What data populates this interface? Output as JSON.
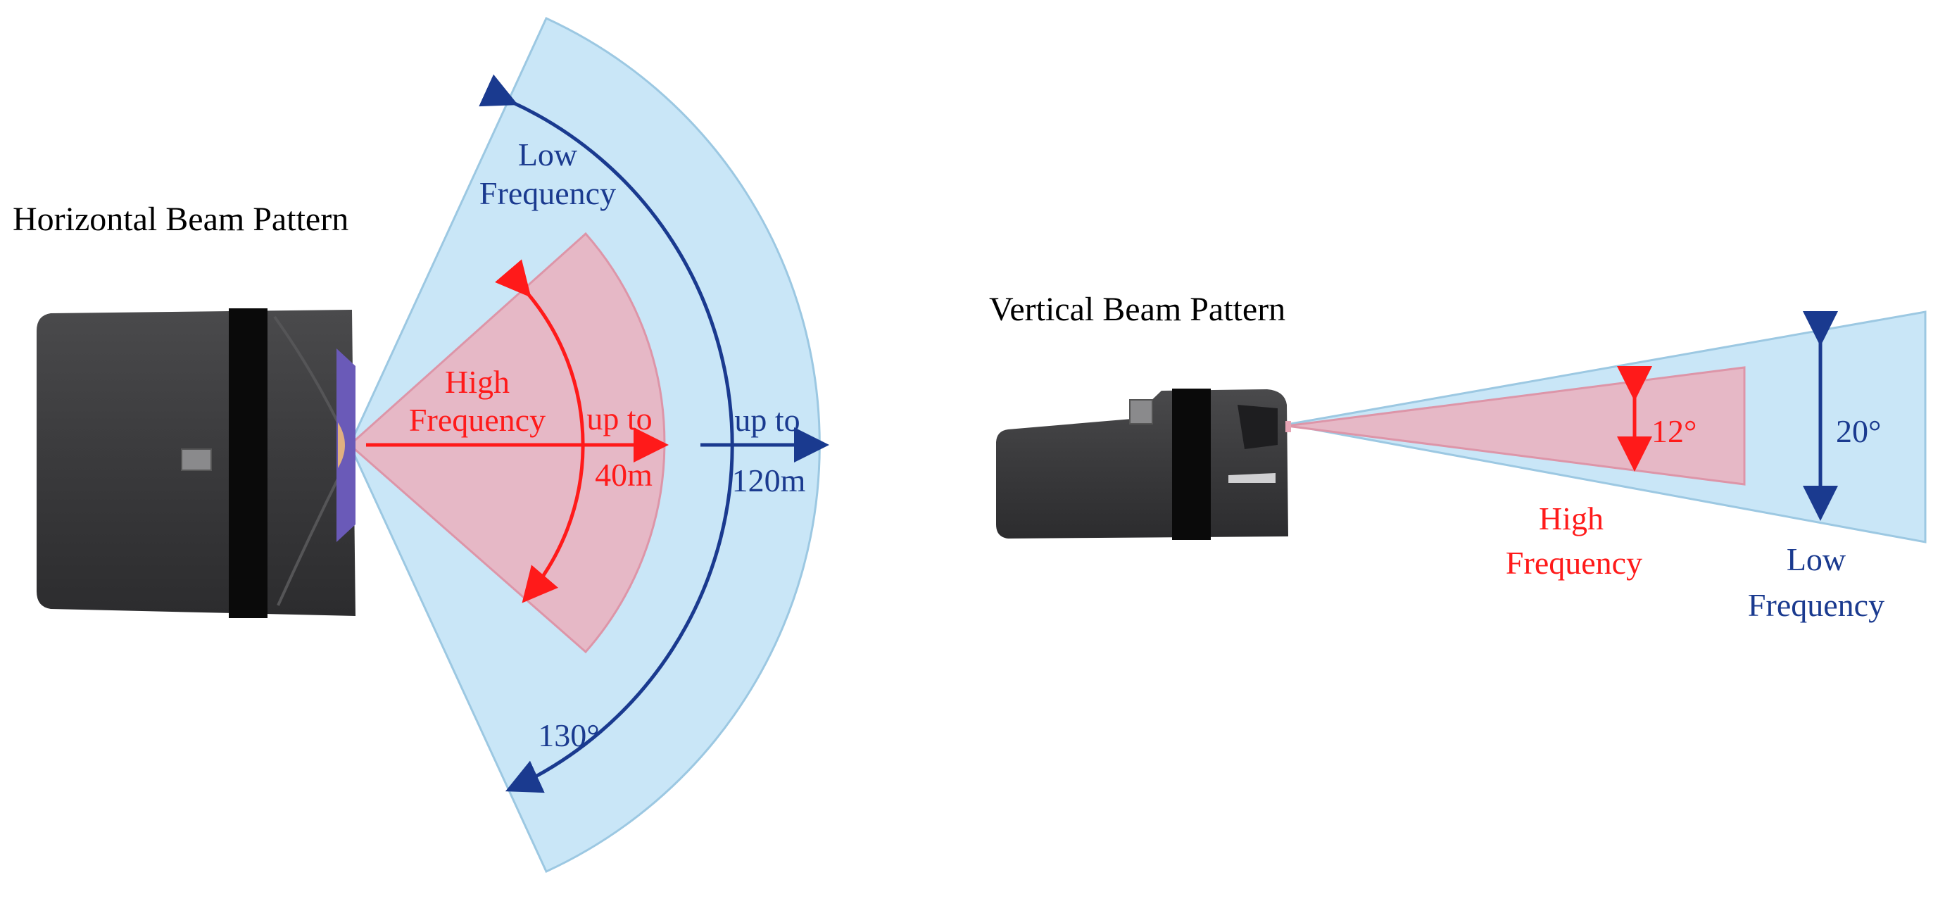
{
  "colors": {
    "low_frequency": "#1a3a8f",
    "high_frequency": "#ff1a1a",
    "low_beam_fill": "#c9e6f7",
    "high_beam_fill": "#e6b8c6",
    "device_body": "#3c3c3e"
  },
  "horizontal": {
    "title": "Horizontal Beam Pattern",
    "low_label_line1": "Low",
    "low_label_line2": "Frequency",
    "high_label_line1": "High",
    "high_label_line2": "Frequency",
    "high_range_line1": "up to",
    "high_range_line2": "40m",
    "low_range_line1": "up to",
    "low_range_line2": "120m",
    "angle_label": "130°"
  },
  "vertical": {
    "title": "Vertical Beam Pattern",
    "high_angle": "12°",
    "low_angle": "20°",
    "high_label_line1": "High",
    "high_label_line2": "Frequency",
    "low_label_line1": "Low",
    "low_label_line2": "Frequency"
  }
}
